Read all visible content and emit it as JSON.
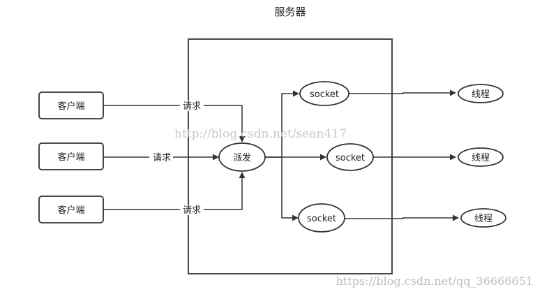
{
  "diagram": {
    "title": "服务器",
    "clients": [
      "客户端",
      "客户端",
      "客户端"
    ],
    "request_labels": [
      "请求",
      "请求",
      "请求"
    ],
    "dispatcher": "派发",
    "sockets": [
      "socket",
      "socket",
      "socket"
    ],
    "threads": [
      "线程",
      "线程",
      "线程"
    ]
  },
  "watermarks": {
    "center": "http://blog.csdn.net/sean417",
    "bottom_right": "https://blog.csdn.net/qq_36666651"
  }
}
